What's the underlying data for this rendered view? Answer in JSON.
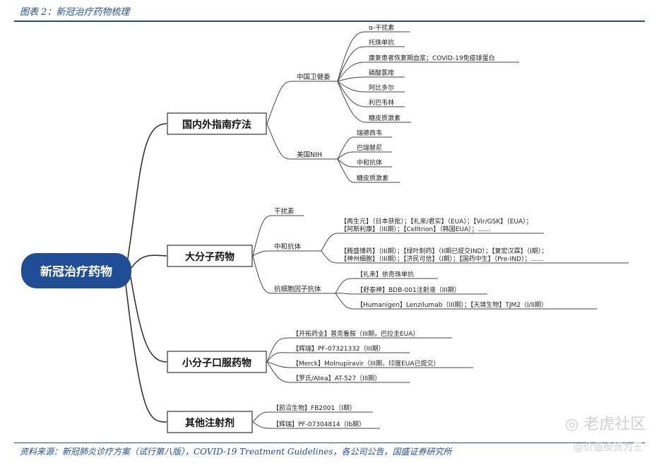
{
  "figure_title": "图表 2：新冠治疗药物梳理",
  "root": "新冠治疗药物",
  "categories": {
    "guidelines": "国内外指南疗法",
    "large_molecule": "大分子药物",
    "small_molecule": "小分子口服药物",
    "injection": "其他注射剂"
  },
  "subcategories": {
    "nhc": "中国卫健委",
    "nih": "美国NIH",
    "interferon": "干扰素",
    "neutralizing": "中和抗体",
    "anti_cytokine": "抗细胞因子抗体"
  },
  "leaves": {
    "nhc": [
      "α-干扰素",
      "托珠单抗",
      "康复患者恢复期血浆；COVID-19免疫球蛋白",
      "磷酸氯喹",
      "阿比多尔",
      "利巴韦林",
      "糖皮质激素"
    ],
    "nih": [
      "瑞德西韦",
      "巴瑞替尼",
      "中和抗体",
      "糖皮质激素"
    ],
    "neutralizing": [
      "【再生元】（日本获批）；【礼来/君实】（EUA）；【Vir/GSK】（EUA）；",
      "【阿斯利康】（III期）；【Celltrion】（韩国EUA）；……",
      "【腾盛博药】（III期）；【绿叶制药】（II期已提交IND）；【复宏汉霖】（I期）；",
      "【神州细胞】（III期）；【济民可信】（I期）；【国药中生】（Pre-IND）；……"
    ],
    "anti_cytokine": [
      "【礼来】依奇珠单抗",
      "【舒泰神】BDB-001注射液（III期）",
      "【Humanigen】Lenzilumab（III期）；【天境生物】TJM2（I/II期）"
    ],
    "small_molecule": [
      "【开拓药业】普克鲁胺（III期，巴拉圭EUA）",
      "【辉瑞】PF-07321332（III期）",
      "【Merck】Molnupiravir（III期，印度EUA已提交）",
      "【罗氏/Atea】AT-527（III期）"
    ],
    "injection": [
      "【前沿生物】FB2001（I期）",
      "【辉瑞】PF-07304814（Ib期）"
    ]
  },
  "source": "资料来源：新冠肺炎诊疗方案（试行第八版），COVID-19 Treatment Guidelines，各公司公告，国盛证券研究所",
  "watermark": {
    "logo": "老虎社区",
    "sub": "@价值投资为王"
  },
  "colors": {
    "accent": "#1f4e96",
    "root_fill": "#1f4e96",
    "line": "#333333"
  }
}
